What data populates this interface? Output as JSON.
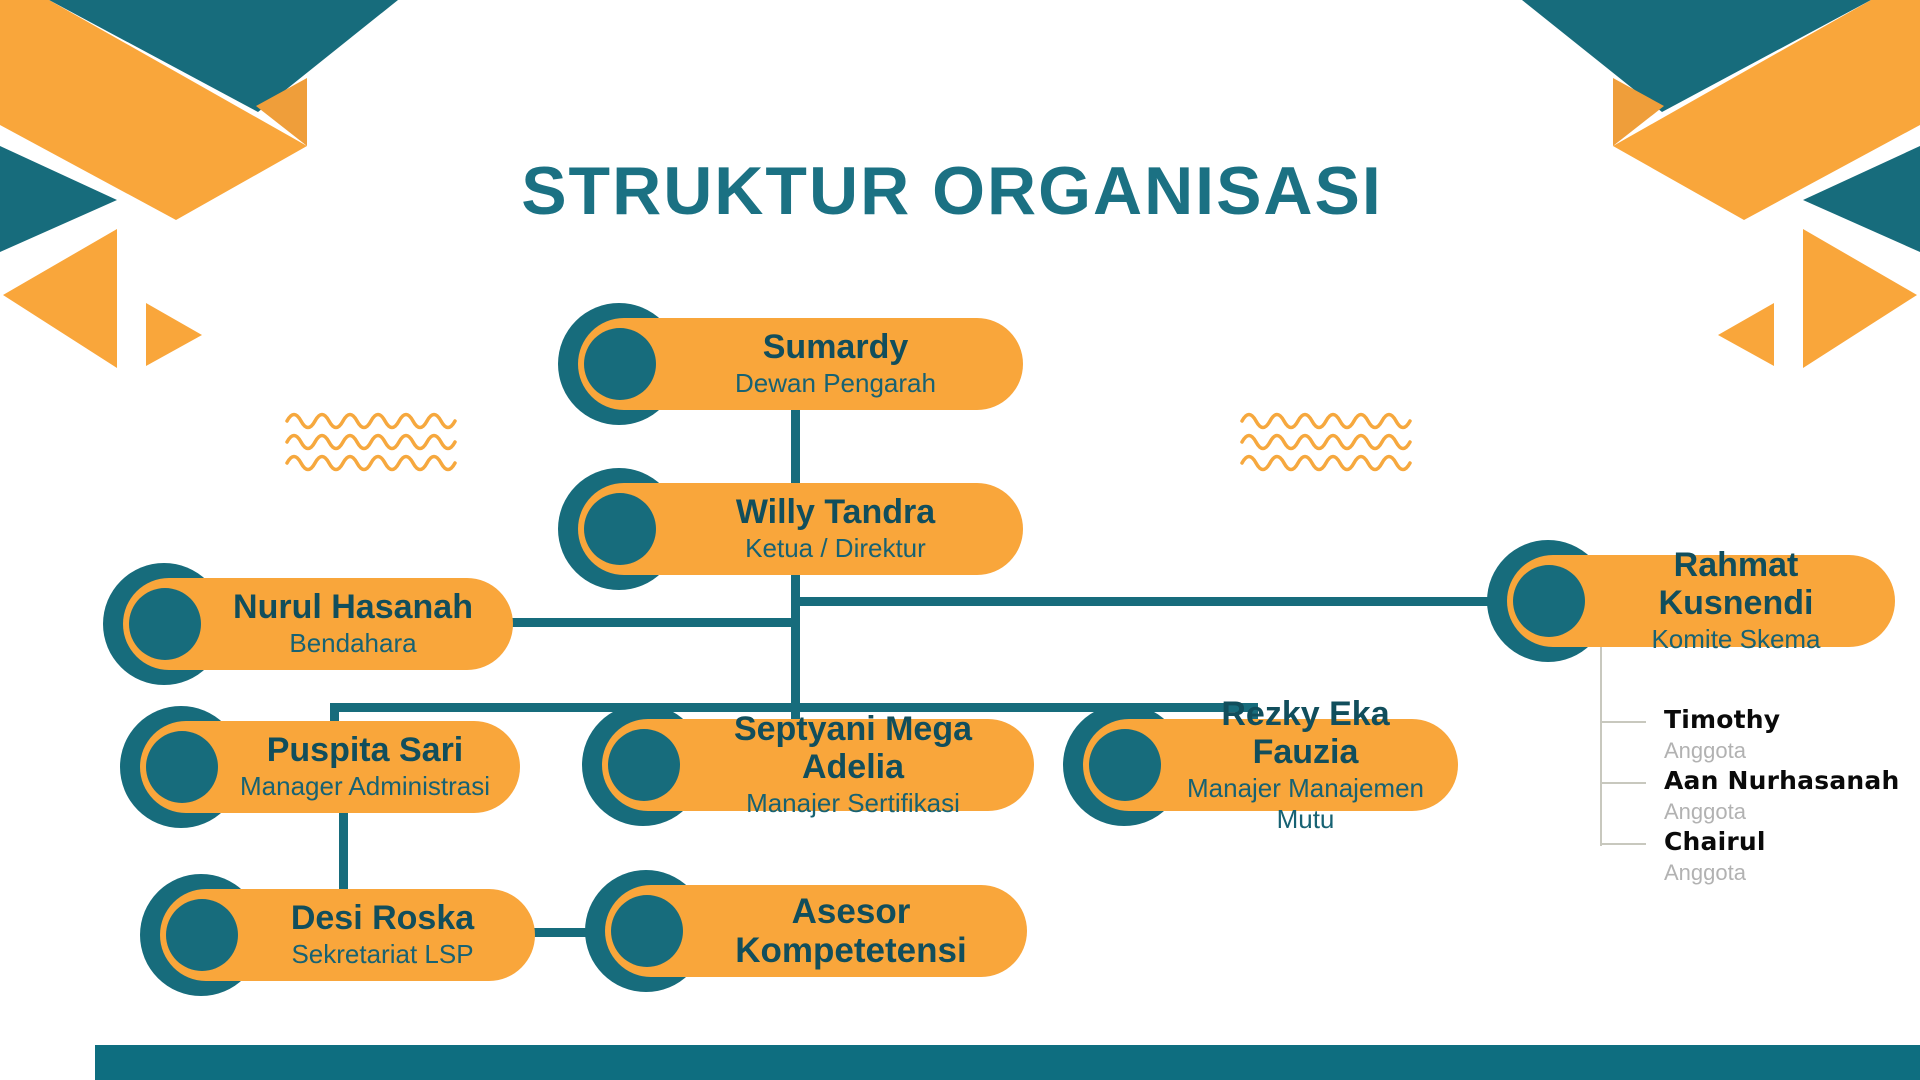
{
  "title": "STRUKTUR ORGANISASI",
  "colors": {
    "teal": "#176c7c",
    "orange": "#f9a63b",
    "orange_shade": "#ef9e3a",
    "title_text": "#1b7183",
    "node_name_text": "#114e5c",
    "node_role_text": "#176273",
    "member_name_text": "#0a0a0a",
    "member_role_text": "#b2b2b2",
    "footer_bar": "#0e6e80"
  },
  "nodes": {
    "sumardy": {
      "name": "Sumardy",
      "role": "Dewan Pengarah"
    },
    "willy": {
      "name": "Willy Tandra",
      "role": "Ketua / Direktur"
    },
    "nurul": {
      "name": "Nurul Hasanah",
      "role": "Bendahara"
    },
    "rahmat": {
      "name": "Rahmat Kusnendi",
      "role": "Komite Skema"
    },
    "puspita": {
      "name": "Puspita Sari",
      "role": "Manager Administrasi"
    },
    "septyani": {
      "name": "Septyani  Mega Adelia",
      "role": "Manajer Sertifikasi"
    },
    "rezky": {
      "name": "Rezky Eka Fauzia",
      "role": "Manajer Manajemen Mutu"
    },
    "desi": {
      "name": "Desi Roska",
      "role": "Sekretariat LSP"
    },
    "asesor": {
      "name": "Asesor Kompetetensi",
      "role": ""
    }
  },
  "committee_members": [
    {
      "name": "Timothy",
      "role": "Anggota"
    },
    {
      "name": "Aan Nurhasanah",
      "role": "Anggota"
    },
    {
      "name": "Chairul",
      "role": "Anggota"
    }
  ]
}
